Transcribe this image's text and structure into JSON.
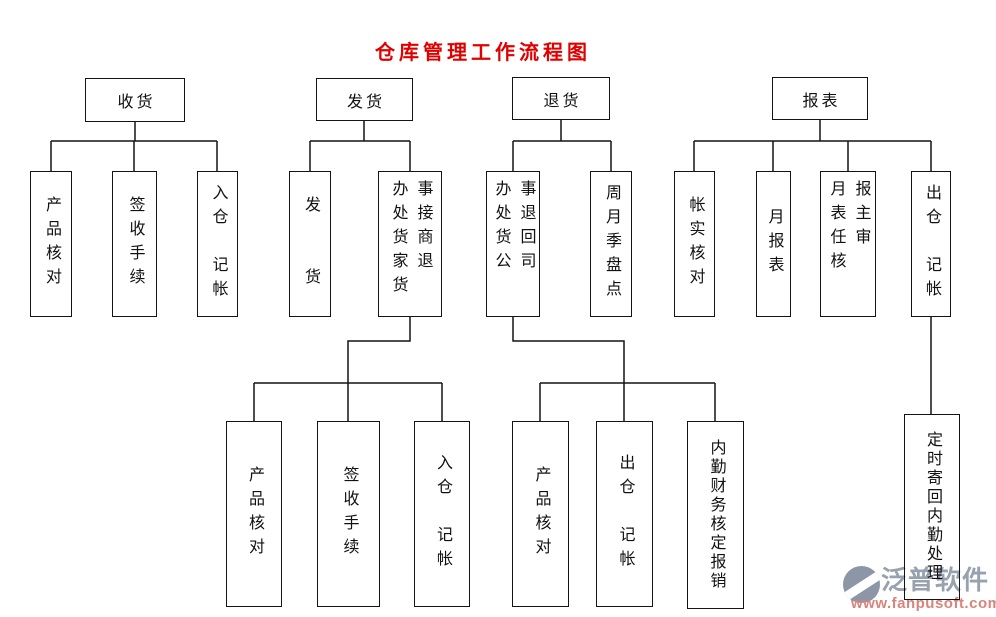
{
  "title": {
    "text": "仓库管理工作流程图",
    "color": "#e00000"
  },
  "line_color": "#141414",
  "tree": {
    "receiving": {
      "label": "收货",
      "children": [
        {
          "label": "产品核对"
        },
        {
          "label": "签收手续"
        },
        {
          "label": "入仓　记帐"
        }
      ]
    },
    "shipping": {
      "label": "发货",
      "children": [
        {
          "label": "发　　货"
        },
        {
          "columns": [
            "办处货家货",
            "事接商退"
          ]
        }
      ],
      "grandchildren": [
        {
          "label": "产品核对"
        },
        {
          "label": "签收手续"
        },
        {
          "label": "入仓　记帐"
        }
      ]
    },
    "returns": {
      "label": "退货",
      "children": [
        {
          "columns": [
            "办处货公",
            "事退回司"
          ]
        },
        {
          "label": "周月季盘点"
        }
      ],
      "grandchildren": [
        {
          "label": "产品核对"
        },
        {
          "label": "出仓　记帐"
        },
        {
          "label": "内勤财务核定报销"
        }
      ]
    },
    "reports": {
      "label": "报表",
      "children": [
        {
          "label": "帐实核对"
        },
        {
          "label": "月报表"
        },
        {
          "columns": [
            "月表任核",
            "报主审"
          ]
        },
        {
          "label": "出仓　记帐"
        }
      ],
      "grandchildren": [
        {
          "label": "定时寄回内勤处理"
        }
      ]
    }
  },
  "watermark": {
    "brand": "泛普软件",
    "url": "www.fanpusoft.com",
    "brand_color": "#98a1b0",
    "url_color": "#d8837b"
  }
}
